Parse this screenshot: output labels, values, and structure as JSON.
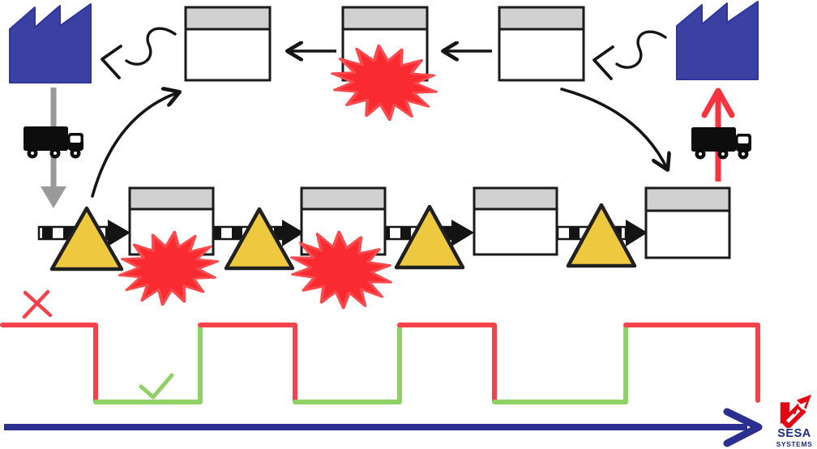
{
  "brand": {
    "name": "SESA",
    "subname": "SYSTEMS"
  },
  "colors": {
    "factory_blue": "#3b41a2",
    "factory_border": "#2f359b",
    "box_header_gray": "#d1d1d1",
    "box_border_black": "#1b1b1b",
    "inventory_yellow": "#eec93f",
    "burst_red": "#f92b30",
    "burst_rim_red": "#fa4a4e",
    "truck_black": "#0d0d0d",
    "inbound_arrow_gray": "#9a9a9a",
    "outbound_arrow_red": "#f8333d",
    "timeline_red": "#f4414b",
    "timeline_green": "#8fd164",
    "lead_time_arrow_blue": "#2b2f8f",
    "logo_red": "#e30613",
    "logo_navy": "#1e2b7e",
    "ink_black": "#141414"
  },
  "diagram": {
    "type": "value-stream-map",
    "factory_count": 2,
    "truck_count": 2,
    "control_box_count": 3,
    "process_box_count": 4,
    "inventory_triangle_count": 4,
    "problem_burst_count": 3,
    "push_arrow_count": 4,
    "timeline_pattern": [
      "red-high",
      "green-low",
      "red-high",
      "green-low",
      "red-high",
      "green-low",
      "red-high"
    ],
    "marks": [
      "red-x",
      "green-check"
    ]
  }
}
